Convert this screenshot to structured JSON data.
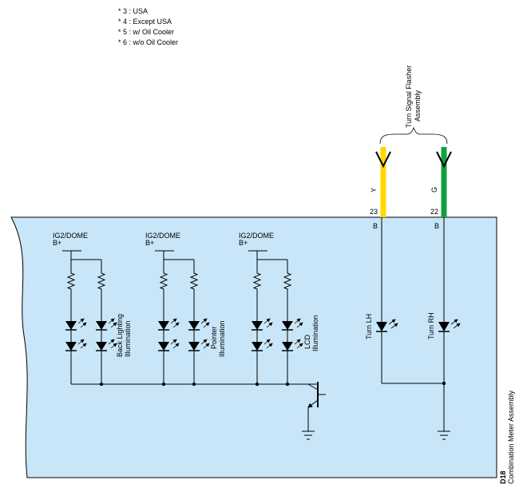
{
  "notes": [
    "* 3 : USA",
    "* 4 : Except USA",
    "* 5 : w/ Oil Cooler",
    "* 6 : w/o Oil Cooler"
  ],
  "flasher": {
    "title_line1": "Turn Signal Flasher",
    "title_line2": "Assembly",
    "wires": [
      {
        "color_code": "Y",
        "pin": "23",
        "terminal": "B",
        "color": "#ffd800",
        "lamp": "Turn LH"
      },
      {
        "color_code": "G",
        "pin": "22",
        "terminal": "B",
        "color": "#10a040",
        "lamp": "Turn RH"
      }
    ]
  },
  "illumination_groups": [
    {
      "supply": "IG2/DOME",
      "supply_sub": "B+",
      "label_line1": "Back Lighting",
      "label_line2": "Illumination"
    },
    {
      "supply": "IG2/DOME",
      "supply_sub": "B+",
      "label_line1": "Pointer",
      "label_line2": "Illumination"
    },
    {
      "supply": "IG2/DOME",
      "supply_sub": "B+",
      "label_line1": "LCD",
      "label_line2": "Illumination"
    }
  ],
  "component": {
    "code": "D18",
    "name": "Combination Meter Assembly"
  },
  "colors": {
    "panel_fill": "#c8e6f8",
    "line": "#000000"
  }
}
